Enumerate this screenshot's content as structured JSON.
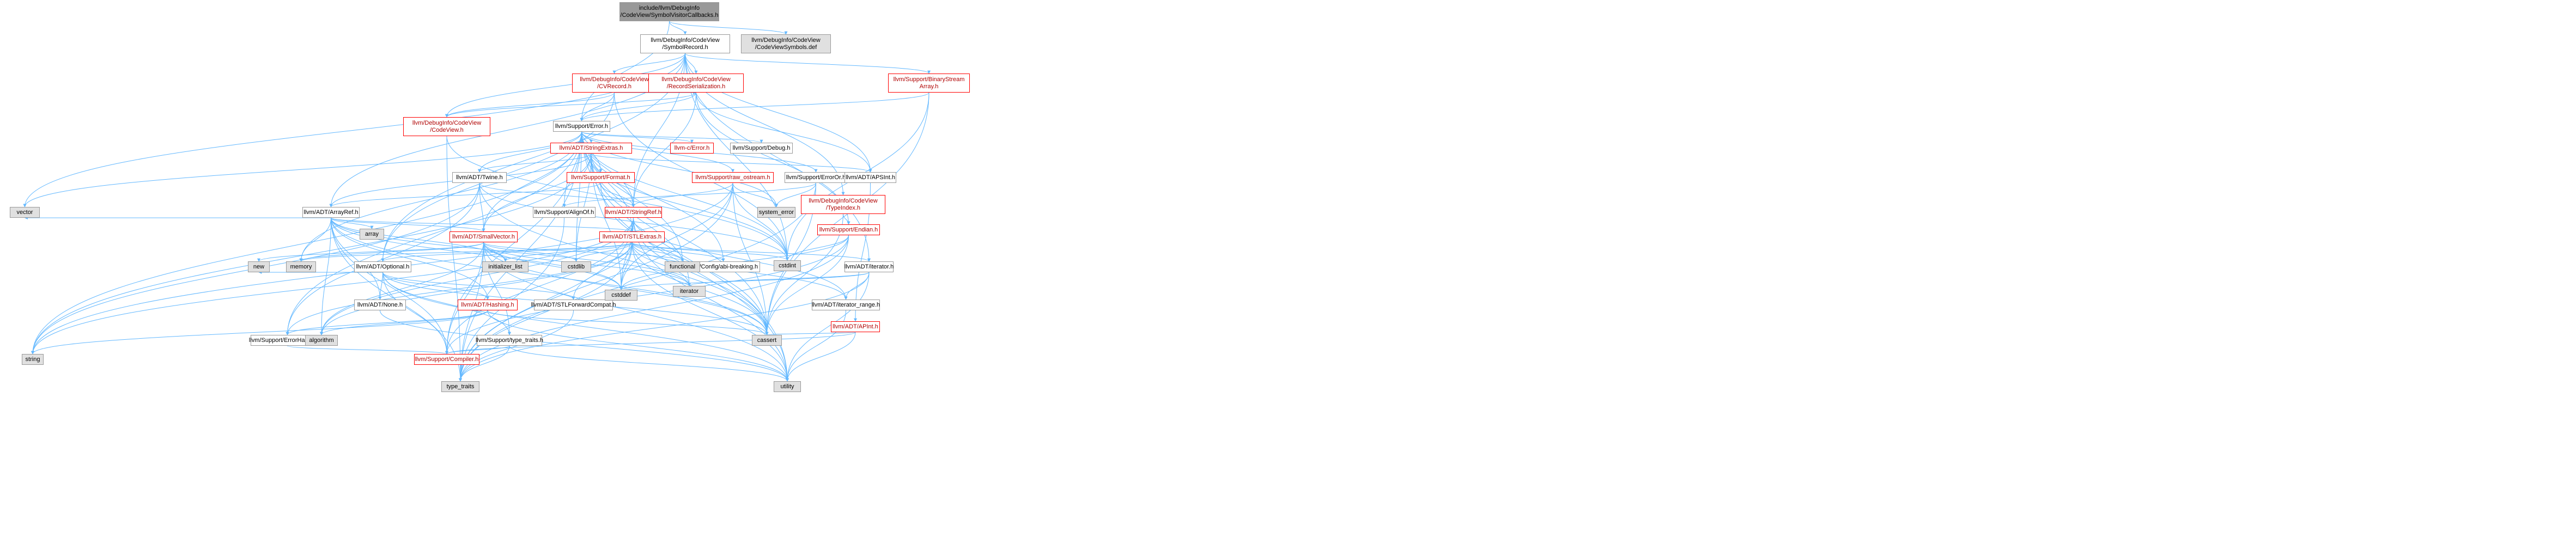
{
  "nodes": [
    {
      "id": "focus",
      "label": "include/llvm/DebugInfo\n/CodeView/SymbolVisitorCallbacks.h",
      "style": "focus"
    },
    {
      "id": "symrec",
      "label": "llvm/DebugInfo/CodeView\n/SymbolRecord.h",
      "style": "normal"
    },
    {
      "id": "codeviewsym",
      "label": "llvm/DebugInfo/CodeView\n/CodeViewSymbols.def",
      "style": "gray"
    },
    {
      "id": "cvrecord",
      "label": "llvm/DebugInfo/CodeView\n/CVRecord.h",
      "style": "red"
    },
    {
      "id": "recser",
      "label": "llvm/DebugInfo/CodeView\n/RecordSerialization.h",
      "style": "red"
    },
    {
      "id": "binstream",
      "label": "llvm/Support/BinaryStream\nArray.h",
      "style": "red"
    },
    {
      "id": "codeview",
      "label": "llvm/DebugInfo/CodeView\n/CodeView.h",
      "style": "red"
    },
    {
      "id": "error",
      "label": "llvm/Support/Error.h",
      "style": "normal"
    },
    {
      "id": "cerror",
      "label": "llvm-c/Error.h",
      "style": "red"
    },
    {
      "id": "debug",
      "label": "llvm/Support/Debug.h",
      "style": "normal"
    },
    {
      "id": "strextras",
      "label": "llvm/ADT/StringExtras.h",
      "style": "red"
    },
    {
      "id": "twine",
      "label": "llvm/ADT/Twine.h",
      "style": "normal"
    },
    {
      "id": "format",
      "label": "llvm/Support/Format.h",
      "style": "red"
    },
    {
      "id": "rawostream",
      "label": "llvm/Support/raw_ostream.h",
      "style": "red"
    },
    {
      "id": "erroror",
      "label": "llvm/Support/ErrorOr.h",
      "style": "normal"
    },
    {
      "id": "apsint",
      "label": "llvm/ADT/APSInt.h",
      "style": "normal"
    },
    {
      "id": "typeindex",
      "label": "llvm/DebugInfo/CodeView\n/TypeIndex.h",
      "style": "red"
    },
    {
      "id": "arrayref",
      "label": "llvm/ADT/ArrayRef.h",
      "style": "normal"
    },
    {
      "id": "alignof",
      "label": "llvm/Support/AlignOf.h",
      "style": "normal"
    },
    {
      "id": "stringref",
      "label": "llvm/ADT/StringRef.h",
      "style": "red"
    },
    {
      "id": "endian",
      "label": "llvm/Support/Endian.h",
      "style": "red"
    },
    {
      "id": "smallvec",
      "label": "llvm/ADT/SmallVector.h",
      "style": "red"
    },
    {
      "id": "stlextras",
      "label": "llvm/ADT/STLExtras.h",
      "style": "red"
    },
    {
      "id": "optional",
      "label": "llvm/ADT/Optional.h",
      "style": "normal"
    },
    {
      "id": "hashing",
      "label": "llvm/ADT/Hashing.h",
      "style": "red"
    },
    {
      "id": "none",
      "label": "llvm/ADT/None.h",
      "style": "normal"
    },
    {
      "id": "stlfwd",
      "label": "llvm/ADT/STLForwardCompat.h",
      "style": "normal"
    },
    {
      "id": "typetraits",
      "label": "llvm/Support/type_traits.h",
      "style": "normal"
    },
    {
      "id": "errhandling",
      "label": "llvm/Support/ErrorHandling.h",
      "style": "normal"
    },
    {
      "id": "compiler",
      "label": "llvm/Support/Compiler.h",
      "style": "red"
    },
    {
      "id": "iterator",
      "label": "llvm/ADT/iterator.h",
      "style": "normal"
    },
    {
      "id": "iterrange",
      "label": "llvm/ADT/iterator_range.h",
      "style": "normal"
    },
    {
      "id": "apint",
      "label": "llvm/ADT/APInt.h",
      "style": "red"
    },
    {
      "id": "cfgbreak",
      "label": "llvm/Config/abi-breaking.h",
      "style": "normal"
    },
    {
      "id": "vector",
      "label": "vector",
      "style": "gray"
    },
    {
      "id": "array",
      "label": "array",
      "style": "gray"
    },
    {
      "id": "memory",
      "label": "memory",
      "style": "gray"
    },
    {
      "id": "new",
      "label": "new",
      "style": "gray"
    },
    {
      "id": "string",
      "label": "string",
      "style": "gray"
    },
    {
      "id": "initlist",
      "label": "initializer_list",
      "style": "gray"
    },
    {
      "id": "cstdlib",
      "label": "cstdlib",
      "style": "gray"
    },
    {
      "id": "algorithm",
      "label": "algorithm",
      "style": "gray"
    },
    {
      "id": "iteratorstd",
      "label": "iterator",
      "style": "gray"
    },
    {
      "id": "cstddef",
      "label": "cstddef",
      "style": "gray"
    },
    {
      "id": "cassert",
      "label": "cassert",
      "style": "gray"
    },
    {
      "id": "typetraitsstd",
      "label": "type_traits",
      "style": "gray"
    },
    {
      "id": "utility",
      "label": "utility",
      "style": "gray"
    },
    {
      "id": "functional",
      "label": "functional",
      "style": "gray"
    },
    {
      "id": "cstdint",
      "label": "cstdint",
      "style": "gray"
    },
    {
      "id": "syserror",
      "label": "system_error",
      "style": "gray"
    }
  ],
  "edge_color": "#63b8ff"
}
